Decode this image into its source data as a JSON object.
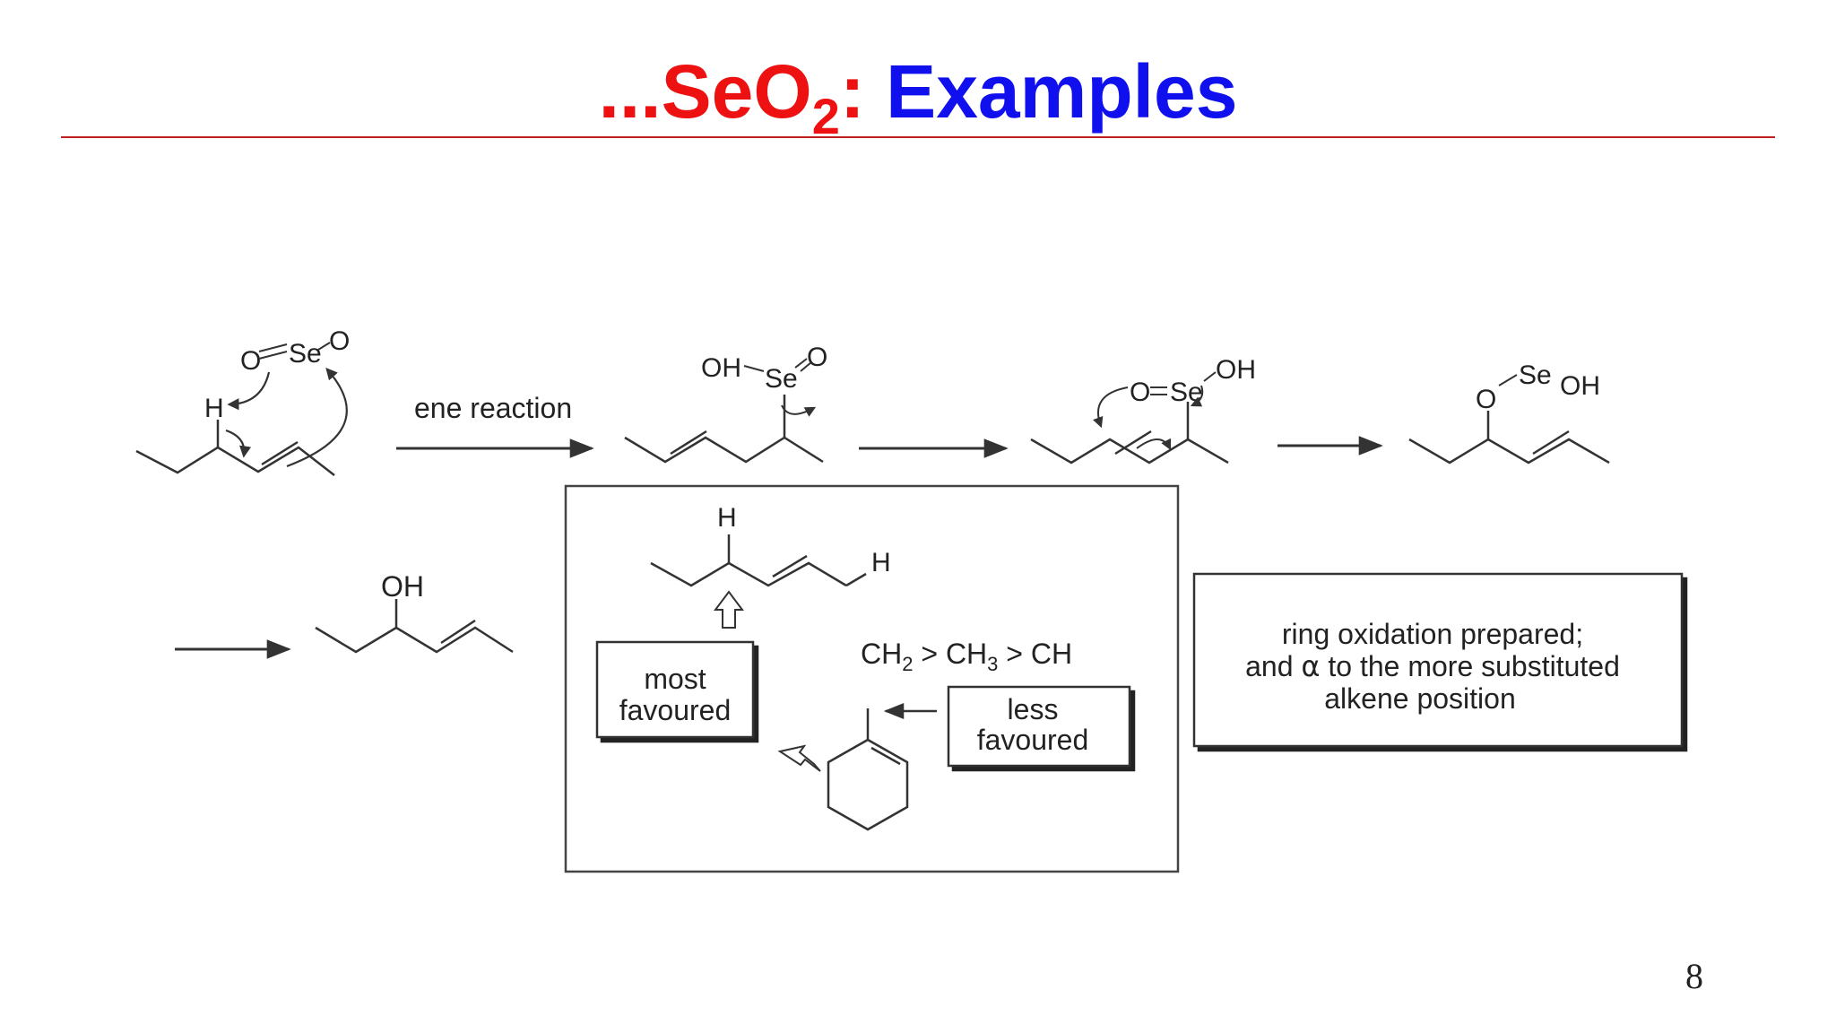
{
  "slide": {
    "title_prefix": "...SeO",
    "title_subscript": "2",
    "title_colon": ":",
    "title_main": "Examples",
    "page_number": "8",
    "colors": {
      "title_prefix": "#ee1111",
      "title_main": "#1010ee",
      "rule": "#c02020"
    }
  },
  "scheme": {
    "step1": {
      "reagent_O": "O",
      "reagent_Se": "Se",
      "reagent_O2": "O",
      "H": "H"
    },
    "arrow_label": "ene reaction",
    "intermediate1": {
      "OH": "OH",
      "Se": "Se",
      "O": "O"
    },
    "intermediate2": {
      "O": "O",
      "Se": "Se",
      "OH": "OH"
    },
    "intermediate3": {
      "O": "O",
      "Se": "Se",
      "OH": "OH"
    },
    "product": {
      "OH": "OH"
    },
    "selectivity_box": {
      "H_top": "H",
      "H_right": "H",
      "most_favoured_line1": "most",
      "most_favoured_line2": "favoured",
      "order_ch2": "CH",
      "order_sub2": "2",
      "order_gt1": " > CH",
      "order_sub3": "3",
      "order_gt2": " > CH",
      "less_favoured_line1": "less",
      "less_favoured_line2": "favoured"
    },
    "note_box": {
      "line1": "ring oxidation prepared;",
      "line2_start": "and ",
      "line2_alpha": "α",
      "line2_end": " to the more substituted",
      "line3": "alkene position"
    }
  }
}
